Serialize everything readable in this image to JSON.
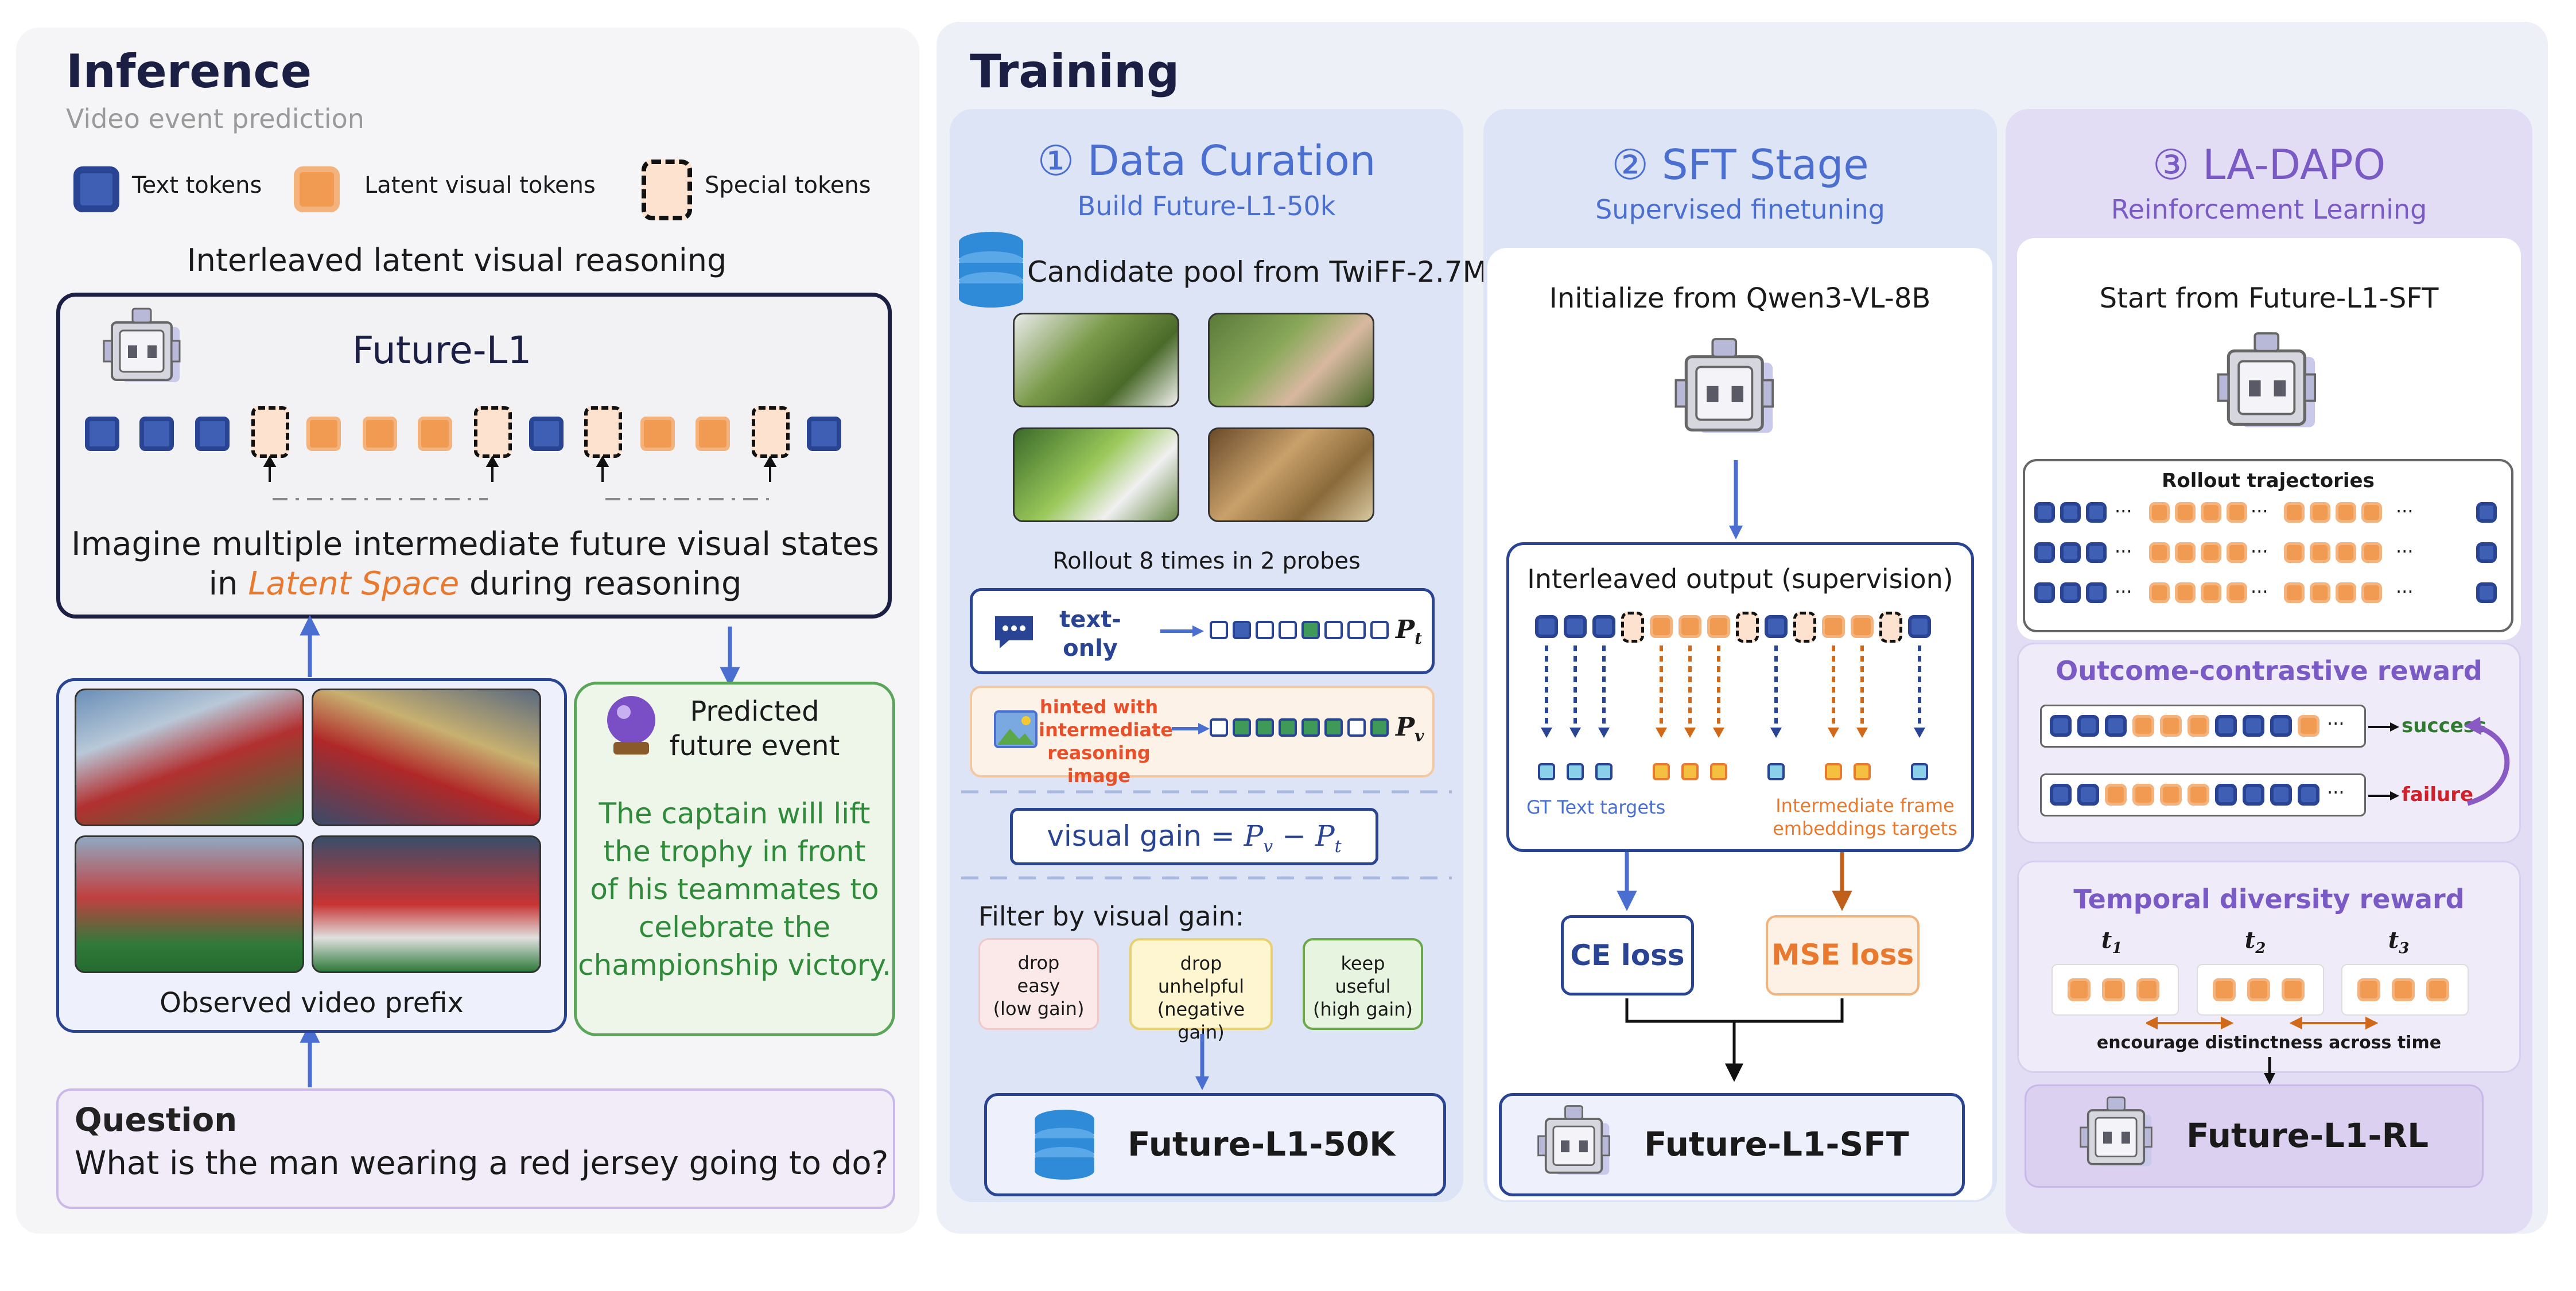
{
  "inference": {
    "title": "Inference",
    "subtitle": "Video event prediction",
    "legend": {
      "text_tokens": "Text tokens",
      "latent_visual_tokens": "Latent visual tokens",
      "special_tokens": "Special tokens"
    },
    "interleaved_heading": "Interleaved latent visual reasoning",
    "model_name": "Future-L1",
    "imagine_line1": "Imagine multiple intermediate future visual states",
    "imagine_line2_pre": "in ",
    "imagine_line2_highlight": "Latent Space",
    "imagine_line2_post": " during reasoning",
    "observed_label": "Observed video prefix",
    "predicted_title_1": "Predicted",
    "predicted_title_2": "future event",
    "predicted_text": [
      "The captain will lift",
      "the trophy in front",
      "of his teammates to",
      "celebrate the",
      "championship victory."
    ],
    "question_label": "Question",
    "question_text": "What is the man wearing a red jersey going to do?"
  },
  "training": {
    "title": "Training",
    "data_curation": {
      "title": "① Data Curation",
      "subtitle": "Build Future-L1-50k",
      "candidate_pool": "Candidate pool from TwiFF-2.7M",
      "rollout": "Rollout 8 times in 2 probes",
      "text_only_1": "text-",
      "text_only_2": "only",
      "pt": "P",
      "pt_sub": "t",
      "pv": "P",
      "pv_sub": "v",
      "hinted_1": "hinted with",
      "hinted_2": "intermediate",
      "hinted_3": "reasoning image",
      "visual_gain_label": "visual gain = ",
      "visual_gain_formula": "P",
      "filter_heading": "Filter by visual gain:",
      "filters": [
        {
          "line1": "drop",
          "line2": "easy",
          "line3": "(low gain)"
        },
        {
          "line1": "drop",
          "line2": "unhelpful",
          "line3": "(negative gain)"
        },
        {
          "line1": "keep",
          "line2": "useful",
          "line3": "(high gain)"
        }
      ],
      "output": "Future-L1-50K"
    },
    "sft": {
      "title": "② SFT Stage",
      "subtitle": "Supervised finetuning",
      "init": "Initialize from Qwen3-VL-8B",
      "interleaved_output": "Interleaved output (supervision)",
      "gt_text": "GT Text targets",
      "intermediate_1": "Intermediate frame",
      "intermediate_2": "embeddings targets",
      "ce_loss": "CE loss",
      "mse_loss": "MSE loss",
      "output": "Future-L1-SFT"
    },
    "rl": {
      "title": "③ LA-DAPO",
      "subtitle": "Reinforcement Learning",
      "start": "Start from Future-L1-SFT",
      "rollout_trajectories": "Rollout trajectories",
      "outcome_reward": "Outcome-contrastive reward",
      "success": "success",
      "failure": "failure",
      "temporal_reward": "Temporal diversity reward",
      "t1": "t",
      "t2": "t",
      "t3": "t",
      "t1_sub": "1",
      "t2_sub": "2",
      "t3_sub": "3",
      "encourage": "encourage distinctness across time",
      "output": "Future-L1-RL",
      "ellipsis": "···"
    }
  },
  "colors": {
    "text_token": "#3f5fb5",
    "latent_token": "#f09a52",
    "special_token": "#fde3cf",
    "sft_blue": "#4a6fd0",
    "mse_orange": "#e8792f",
    "rl_purple": "#7a5ac4",
    "success_green": "#2f7a2f",
    "failure_red": "#d0202a",
    "predicted_green": "#2f8a3a"
  }
}
